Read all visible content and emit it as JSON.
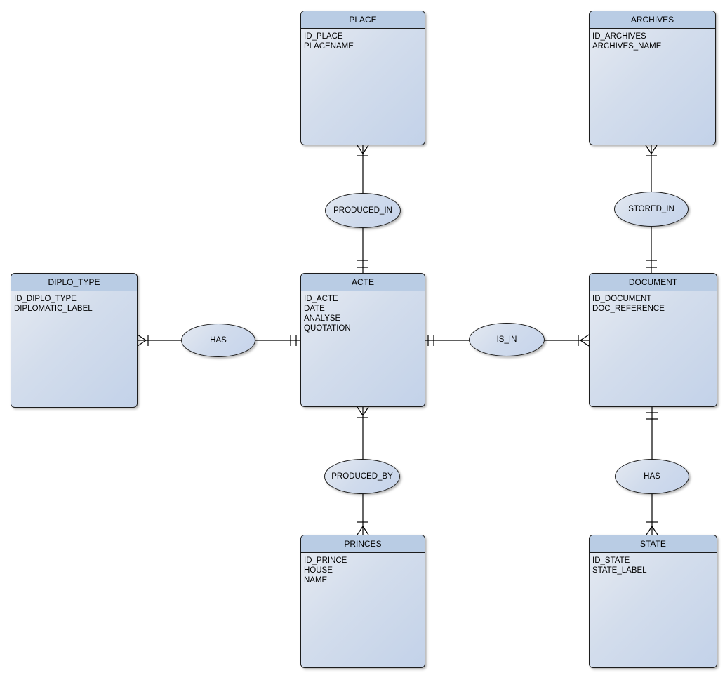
{
  "entities": [
    {
      "name": "PLACE",
      "attributes": [
        "ID_PLACE",
        "PLACENAME"
      ]
    },
    {
      "name": "ARCHIVES",
      "attributes": [
        "ID_ARCHIVES",
        "ARCHIVES_NAME"
      ]
    },
    {
      "name": "DIPLO_TYPE",
      "attributes": [
        "ID_DIPLO_TYPE",
        "DIPLOMATIC_LABEL"
      ]
    },
    {
      "name": "ACTE",
      "attributes": [
        "ID_ACTE",
        "DATE",
        "ANALYSE",
        "QUOTATION"
      ]
    },
    {
      "name": "DOCUMENT",
      "attributes": [
        "ID_DOCUMENT",
        "DOC_REFERENCE"
      ]
    },
    {
      "name": "PRINCES",
      "attributes": [
        "ID_PRINCE",
        "HOUSE",
        "NAME"
      ]
    },
    {
      "name": "STATE",
      "attributes": [
        "ID_STATE",
        "STATE_LABEL"
      ]
    }
  ],
  "relationships": [
    {
      "label": "PRODUCED_IN",
      "from": "PLACE",
      "to": "ACTE",
      "from_end": "crow-foot with single tick",
      "to_end": "double tick"
    },
    {
      "label": "STORED_IN",
      "from": "ARCHIVES",
      "to": "DOCUMENT",
      "from_end": "crow-foot with single tick",
      "to_end": "double tick"
    },
    {
      "label": "HAS",
      "from": "DIPLO_TYPE",
      "to": "ACTE",
      "from_end": "crow-foot with single tick",
      "to_end": "double tick"
    },
    {
      "label": "IS_IN",
      "from": "ACTE",
      "to": "DOCUMENT",
      "from_end": "double tick",
      "to_end": "single tick with crow-foot"
    },
    {
      "label": "PRODUCED_BY",
      "from": "ACTE",
      "to": "PRINCES",
      "from_end": "crow-foot with single tick",
      "to_end": "single tick with crow-foot"
    },
    {
      "label": "HAS",
      "from": "DOCUMENT",
      "to": "STATE",
      "from_end": "double tick",
      "to_end": "single tick with crow-foot"
    }
  ],
  "colors": {
    "entity_header": "#b9cce4",
    "shape_gradient_light": "#e7ebf2",
    "shape_gradient_dark": "#c3d2e9",
    "border": "#1c1c1c",
    "connector_line": "#000000",
    "background": "#ffffff"
  }
}
